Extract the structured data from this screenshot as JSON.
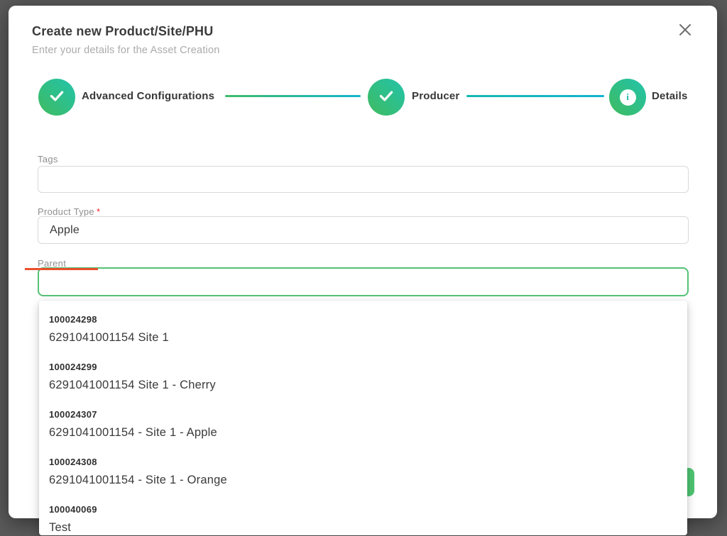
{
  "modal": {
    "title": "Create new Product/Site/PHU",
    "subtitle": "Enter your details for the Asset Creation"
  },
  "stepper": {
    "steps": [
      {
        "label": "Advanced Configurations",
        "state": "completed",
        "icon": "check"
      },
      {
        "label": "Producer",
        "state": "completed",
        "icon": "check"
      },
      {
        "label": "Details",
        "state": "current",
        "icon": "info",
        "info_glyph": "i"
      }
    ]
  },
  "form": {
    "tags": {
      "label": "Tags",
      "required_marker": "",
      "value": ""
    },
    "product_type": {
      "label": "Product Type",
      "required_marker": "*",
      "value": "Apple"
    },
    "parent": {
      "label": "Parent",
      "required_marker": "",
      "value": ""
    }
  },
  "parent_dropdown": {
    "options": [
      {
        "id": "100024298",
        "name": "6291041001154 Site 1"
      },
      {
        "id": "100024299",
        "name": "6291041001154 Site 1 - Cherry"
      },
      {
        "id": "100024307",
        "name": "6291041001154 - Site 1 - Apple"
      },
      {
        "id": "100024308",
        "name": "6291041001154 - Site 1 - Orange"
      },
      {
        "id": "100040069",
        "name": "Test"
      }
    ]
  },
  "colors": {
    "step_gradient_green": "#3fbb60",
    "step_gradient_teal": "#22c3ab",
    "connector_cyan": "#14b6cb",
    "focus_border_green": "#54c175",
    "annotation_orange": "#ea4f2b",
    "required_red": "#f5222d",
    "action_button_green": "#4ec471",
    "overlay_gray": "#5a5a5a"
  }
}
